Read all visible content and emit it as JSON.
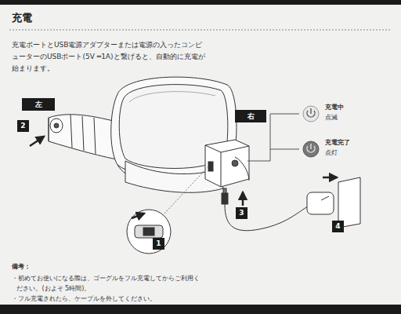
{
  "diagram": {
    "title": "充電",
    "nodes": [
      {
        "text": [
          "左"
        ]
      },
      {
        "text": [
          "2"
        ]
      },
      {
        "text": [
          "右"
        ]
      },
      {
        "text": [
          "3"
        ]
      },
      {
        "text": [
          "1"
        ]
      },
      {
        "text": [
          "4"
        ]
      }
    ],
    "labels": [
      "充電ポートとUSB電源アダプターまたは電源の入ったコンピューターのUSBポート(5V ═1A)と繋げると、自動的に充電が始まります。",
      "充電中",
      "点滅",
      "充電完了",
      "点灯",
      "備考：",
      "・初めてお使いになる際は、ゴーグルをフル充電してからご利用ください。(およそ 5時間)。",
      "・フル充電されたら、ケーブルを外してください。"
    ]
  }
}
